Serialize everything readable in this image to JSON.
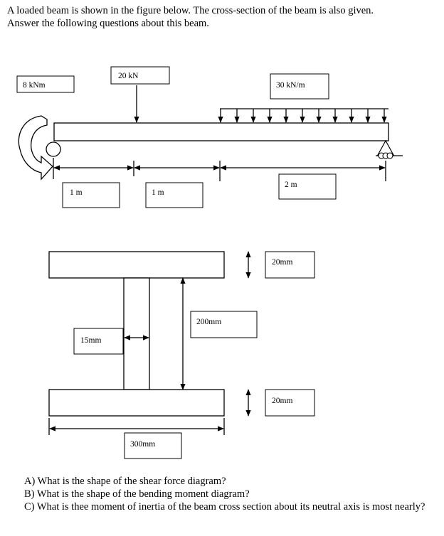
{
  "intro": {
    "line1": "A loaded beam is shown in the figure below.  The cross-section of the beam is also given.",
    "line2": "Answer the following questions about this beam."
  },
  "beam_labels": {
    "moment": "8 kNm",
    "point_load": "20 kN",
    "distributed_load": "30 kN/m",
    "span1": "1 m",
    "span2": "1 m",
    "span3": "2 m"
  },
  "section_labels": {
    "top_flange": "20mm",
    "web_height": "200mm",
    "web_thickness": "15mm",
    "bottom_flange": "20mm",
    "flange_width": "300mm"
  },
  "questions": [
    "A) What is the shape of the shear force diagram?",
    "B) What is the shape of the bending moment diagram?",
    "C) What is thee moment of inertia of the beam cross section about its neutral axis is most nearly?"
  ]
}
